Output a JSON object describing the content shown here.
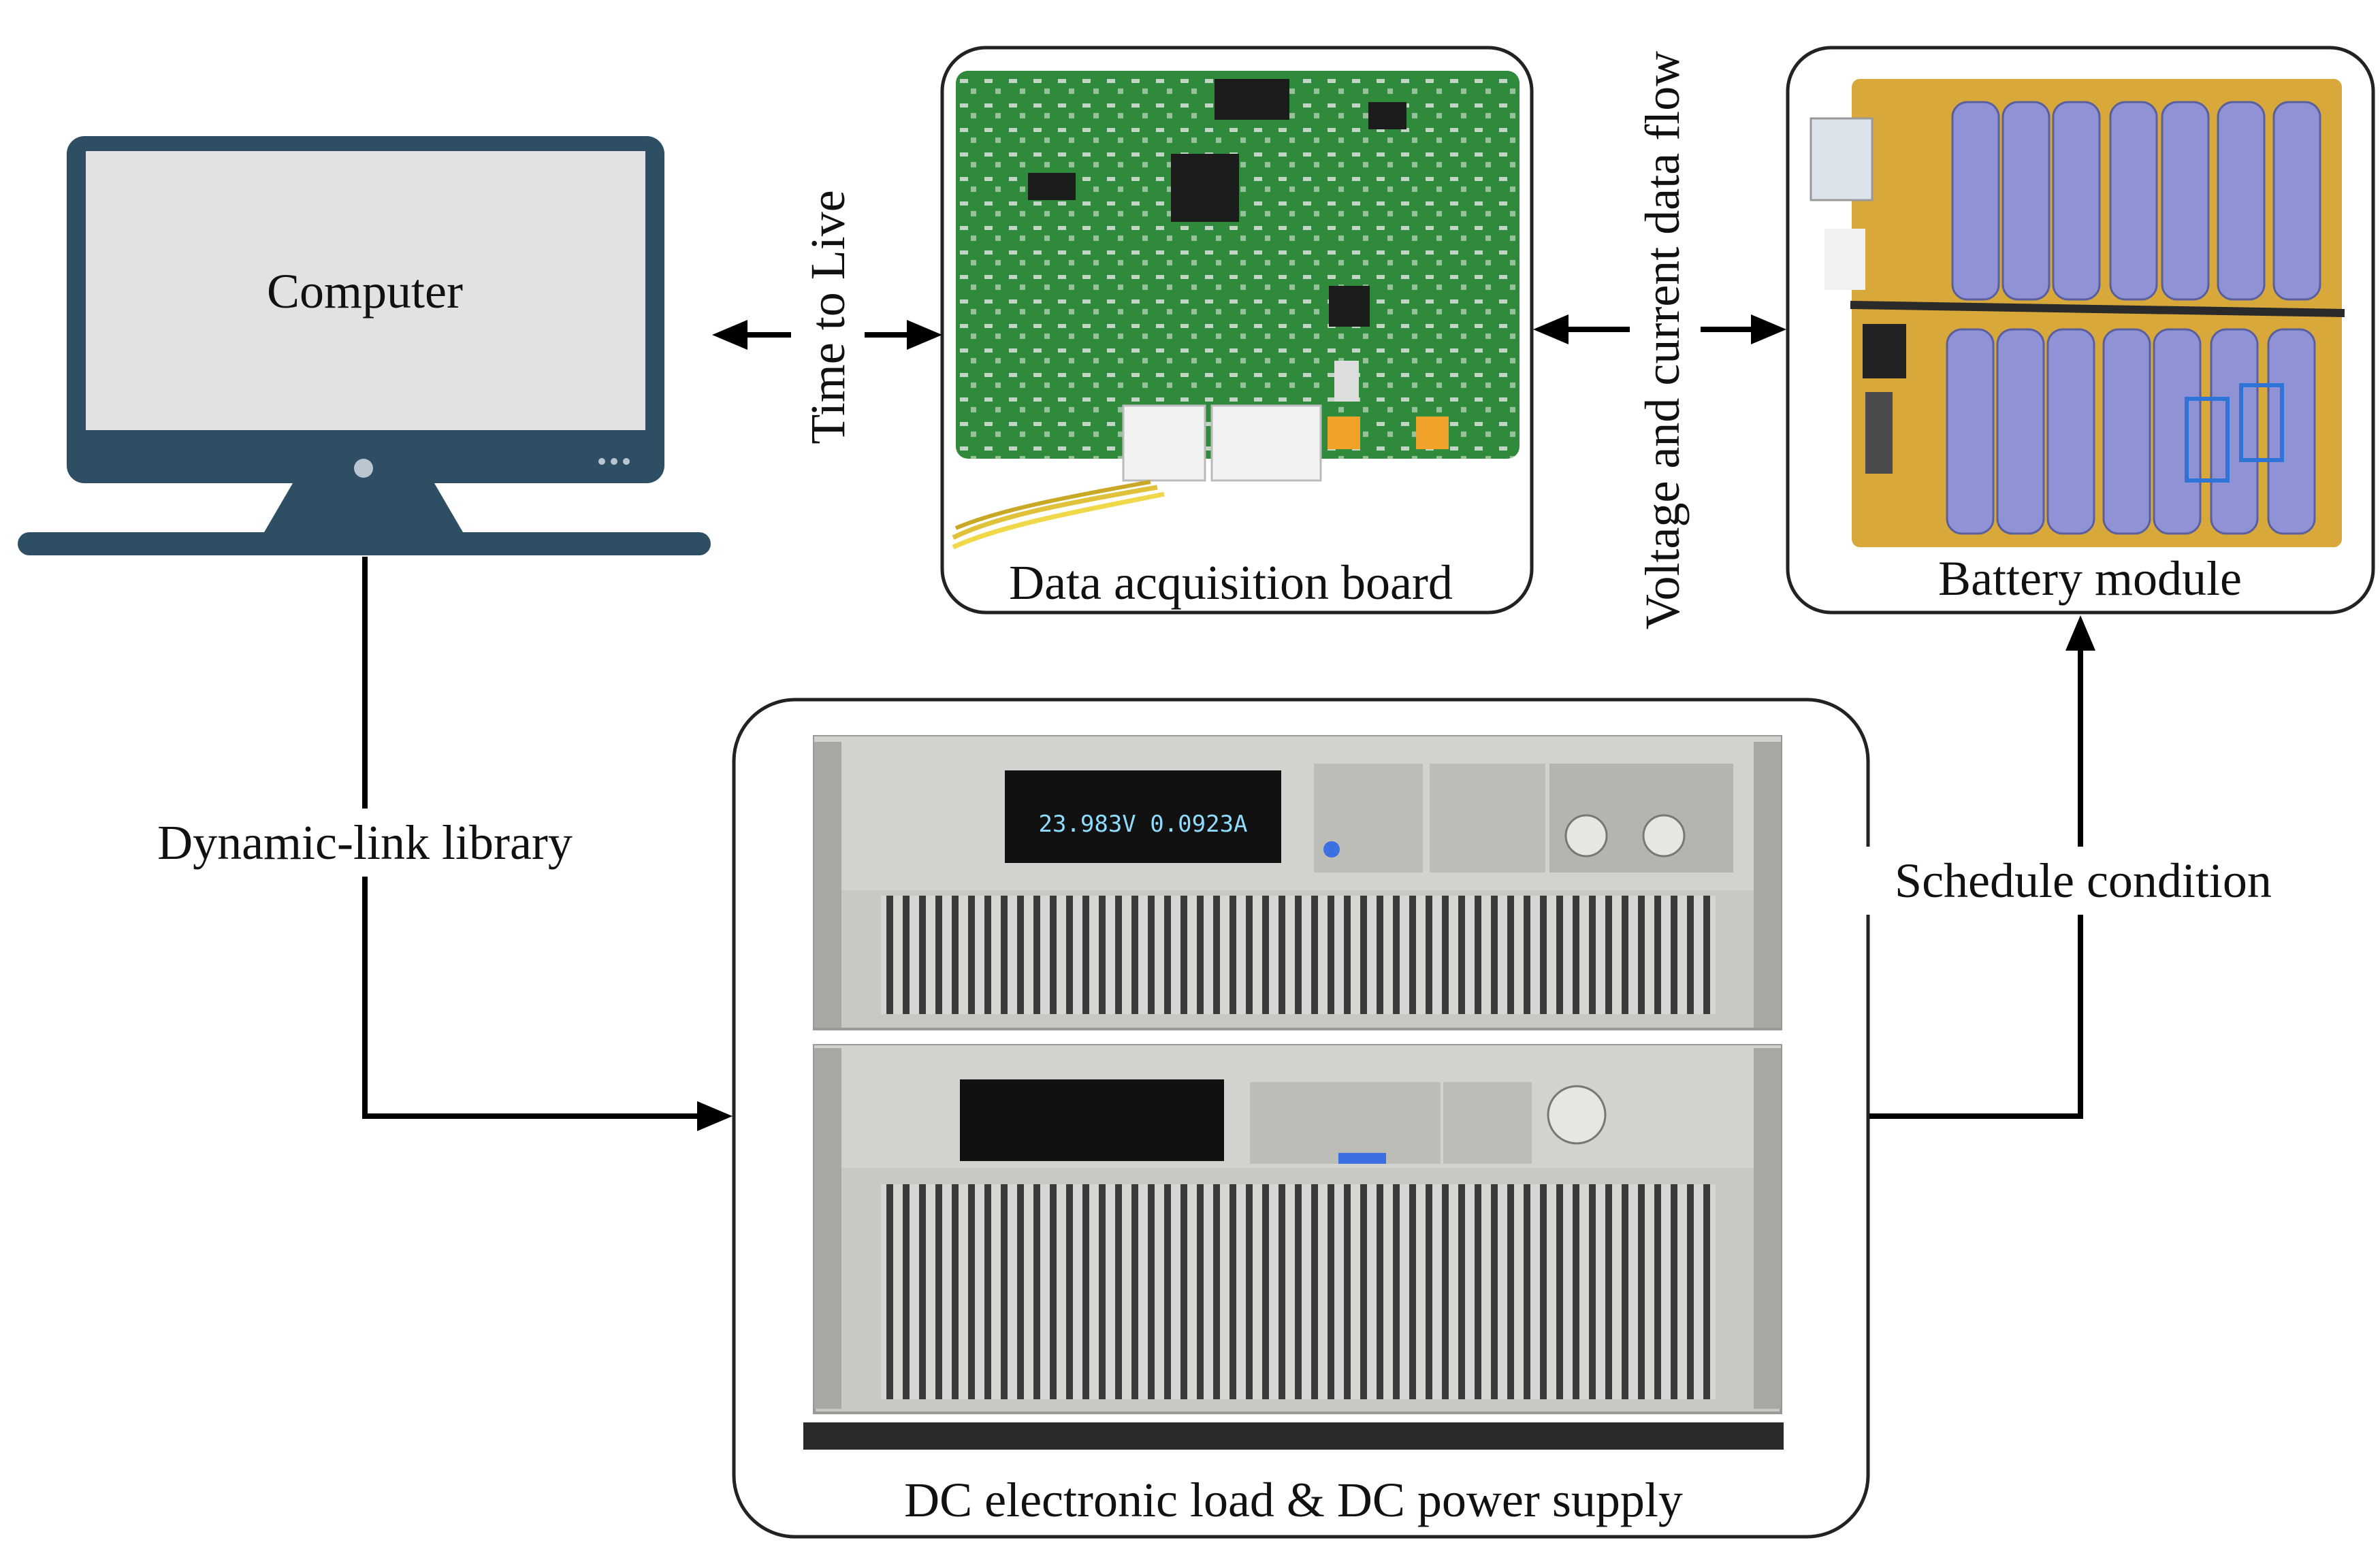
{
  "nodes": {
    "computer": {
      "label": "Computer"
    },
    "data_board": {
      "label": "Data acquisition board"
    },
    "battery": {
      "label": "Battery module"
    },
    "dc_equipment": {
      "label": "DC electronic load & DC power supply"
    }
  },
  "edges": {
    "ttl": {
      "label": "Time to Live"
    },
    "vc_flow": {
      "label": "Voltage and current data flow"
    },
    "dll": {
      "label": "Dynamic-link library"
    },
    "schedule": {
      "label": "Schedule condition"
    }
  },
  "photo_text": {
    "power_supply_display": "23.983V 0.0923A"
  },
  "colors": {
    "monitor_frame": "#2e4f63",
    "monitor_screen": "#e2e2e2",
    "pcb": "#2f8a3c",
    "battery_cell": "#8f93d6",
    "battery_board": "#d9a83a",
    "instrument_gray": "#c9c9c4",
    "display_bg": "#111111",
    "display_text": "#8fdcff"
  }
}
